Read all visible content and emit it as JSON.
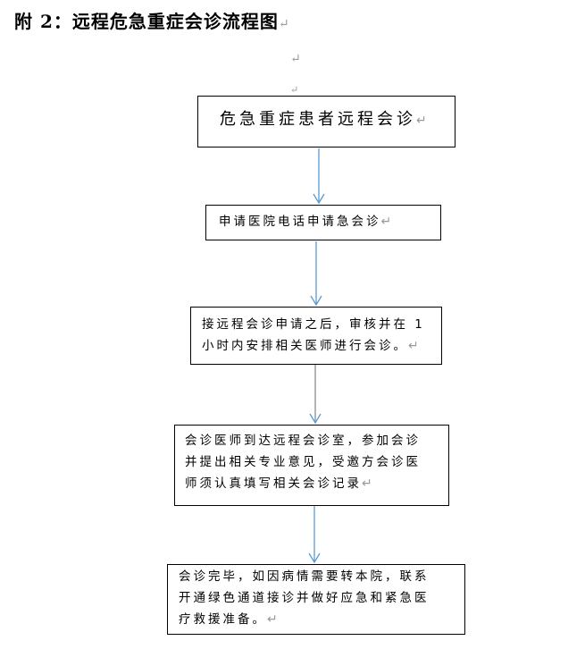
{
  "title": "附 2：远程危急重症会诊流程图",
  "paragraph_mark": "↵",
  "steps": [
    {
      "lines": [
        "危急重症患者远程会诊"
      ]
    },
    {
      "lines": [
        "申请医院电话申请急会诊"
      ]
    },
    {
      "lines": [
        "接远程会诊申请之后，审核并在 1",
        "小时内安排相关医师进行会诊。"
      ]
    },
    {
      "lines": [
        "会诊医师到达远程会诊室，参加会诊",
        "并提出相关专业意见，受邀方会诊医",
        "师须认真填写相关会诊记录"
      ]
    },
    {
      "lines": [
        "会诊完毕，如因病情需要转本院，联系",
        "开通绿色通道接诊并做好应急和紧急医",
        "疗救援准备。"
      ]
    }
  ],
  "colors": {
    "arrow": "#5b9bd5",
    "arrow_gray": "#8c8c8c"
  }
}
